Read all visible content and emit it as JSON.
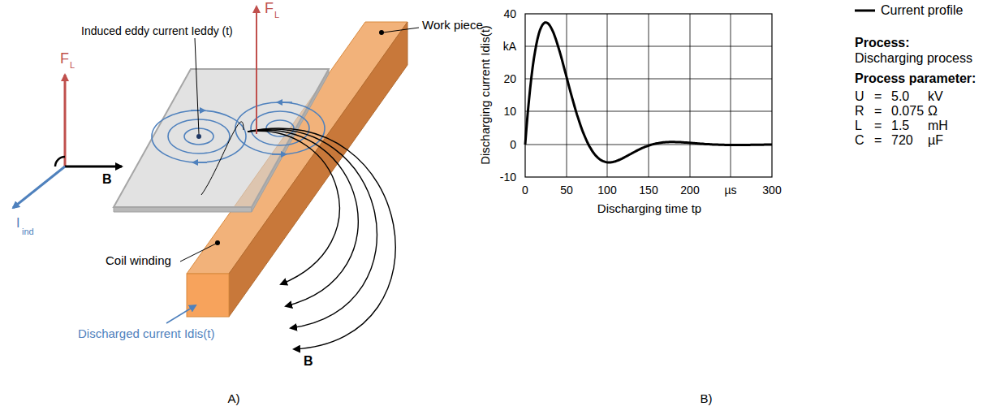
{
  "diagram": {
    "labels": [
      "F",
      "L",
      "B",
      "I",
      "ind",
      "F",
      "L",
      "Induced eddy current Ieddy (t)",
      "Work piece",
      "Coil winding",
      "Discharged current Idis(t)",
      "B",
      "A)",
      "40",
      "kA",
      "20",
      "10",
      "0",
      "-10",
      "0",
      "50",
      "100",
      "150",
      "200",
      "µs",
      "300",
      "Discharging current Idis(t)",
      "Discharging time tp",
      "Process:",
      "Discharging process",
      "Process parameter:",
      "U",
      "=",
      "5.0",
      "kV",
      "R",
      "=",
      "0.075",
      "Ω",
      "L",
      "=",
      "1.5",
      "mH",
      "C",
      "=",
      "720",
      "µF",
      "B)"
    ],
    "legend": [
      {
        "text": "Current profile"
      }
    ]
  }
}
